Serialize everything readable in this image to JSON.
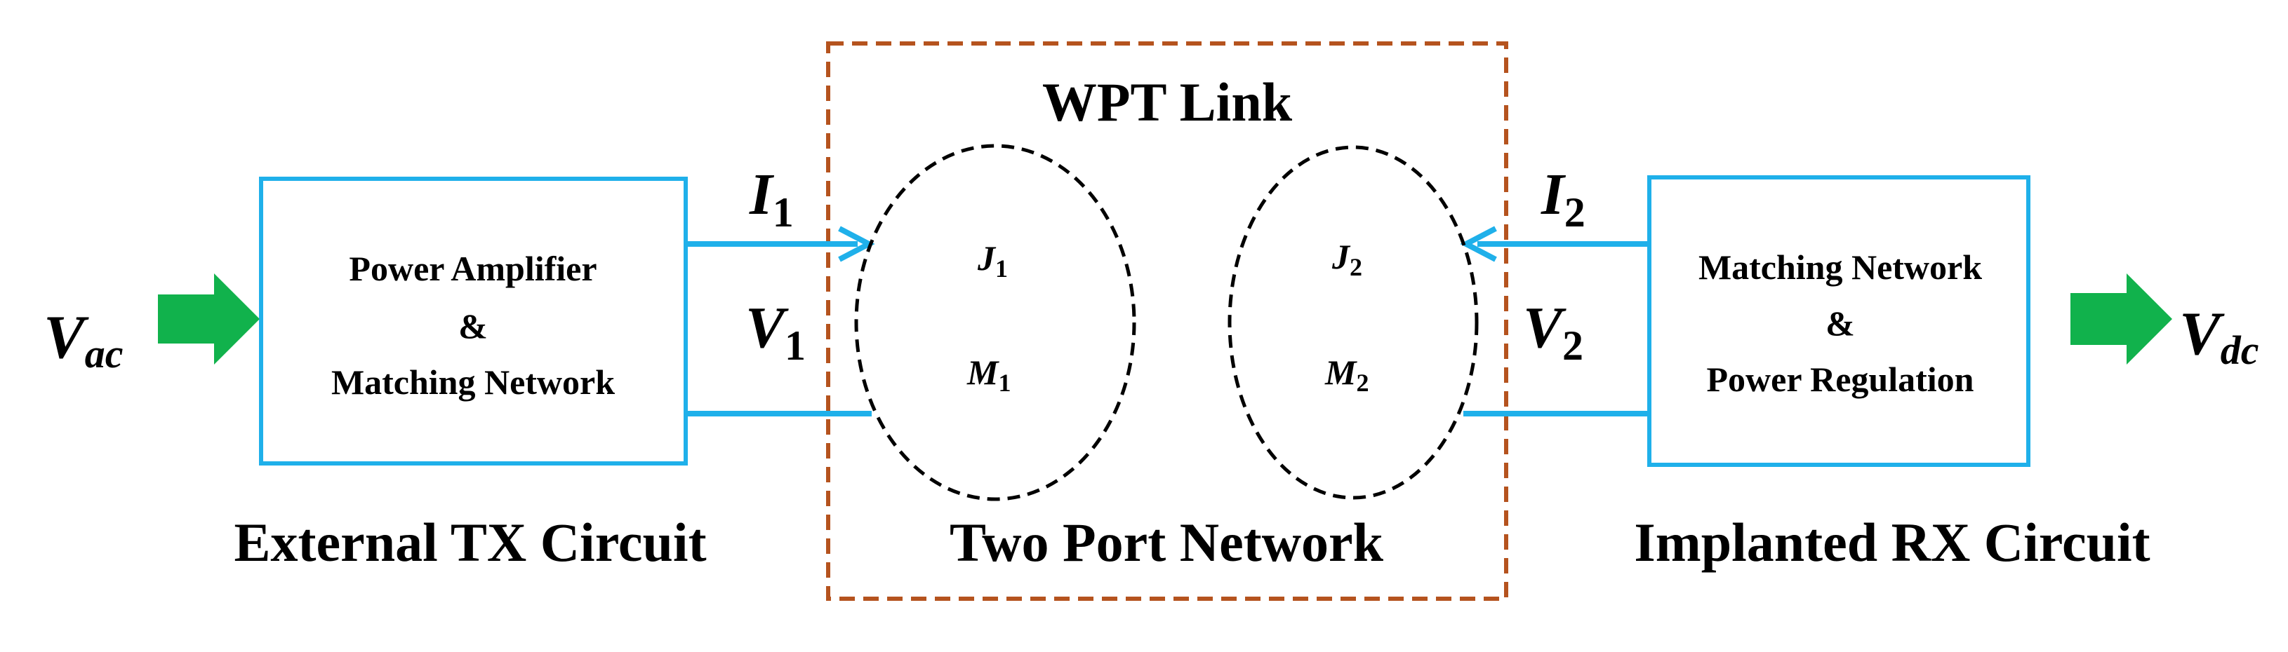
{
  "colors": {
    "box_stroke": "#1fb0ea",
    "wire": "#1fb0ea",
    "link_border": "#b5531e",
    "io_arrow": "#11b24c",
    "coil": "#000000",
    "text": "#000000"
  },
  "input": {
    "symbol": "V",
    "subscript": "ac"
  },
  "output": {
    "symbol": "V",
    "subscript": "dc"
  },
  "tx_box": {
    "line1": "Power Amplifier",
    "line2": "&",
    "line3": "Matching Network"
  },
  "rx_box": {
    "line1": "Matching Network",
    "line2": "&",
    "line3": "Power Regulation"
  },
  "link": {
    "title": "WPT Link",
    "caption": "Two Port Network"
  },
  "tx_coil": {
    "j_symbol": "J",
    "j_sub": "1",
    "m_symbol": "M",
    "m_sub": "1"
  },
  "rx_coil": {
    "j_symbol": "J",
    "j_sub": "2",
    "m_symbol": "M",
    "m_sub": "2"
  },
  "port1": {
    "i_symbol": "I",
    "i_sub": "1",
    "v_symbol": "V",
    "v_sub": "1"
  },
  "port2": {
    "i_symbol": "I",
    "i_sub": "2",
    "v_symbol": "V",
    "v_sub": "2"
  },
  "captions": {
    "tx": "External TX Circuit",
    "rx": "Implanted RX Circuit"
  }
}
